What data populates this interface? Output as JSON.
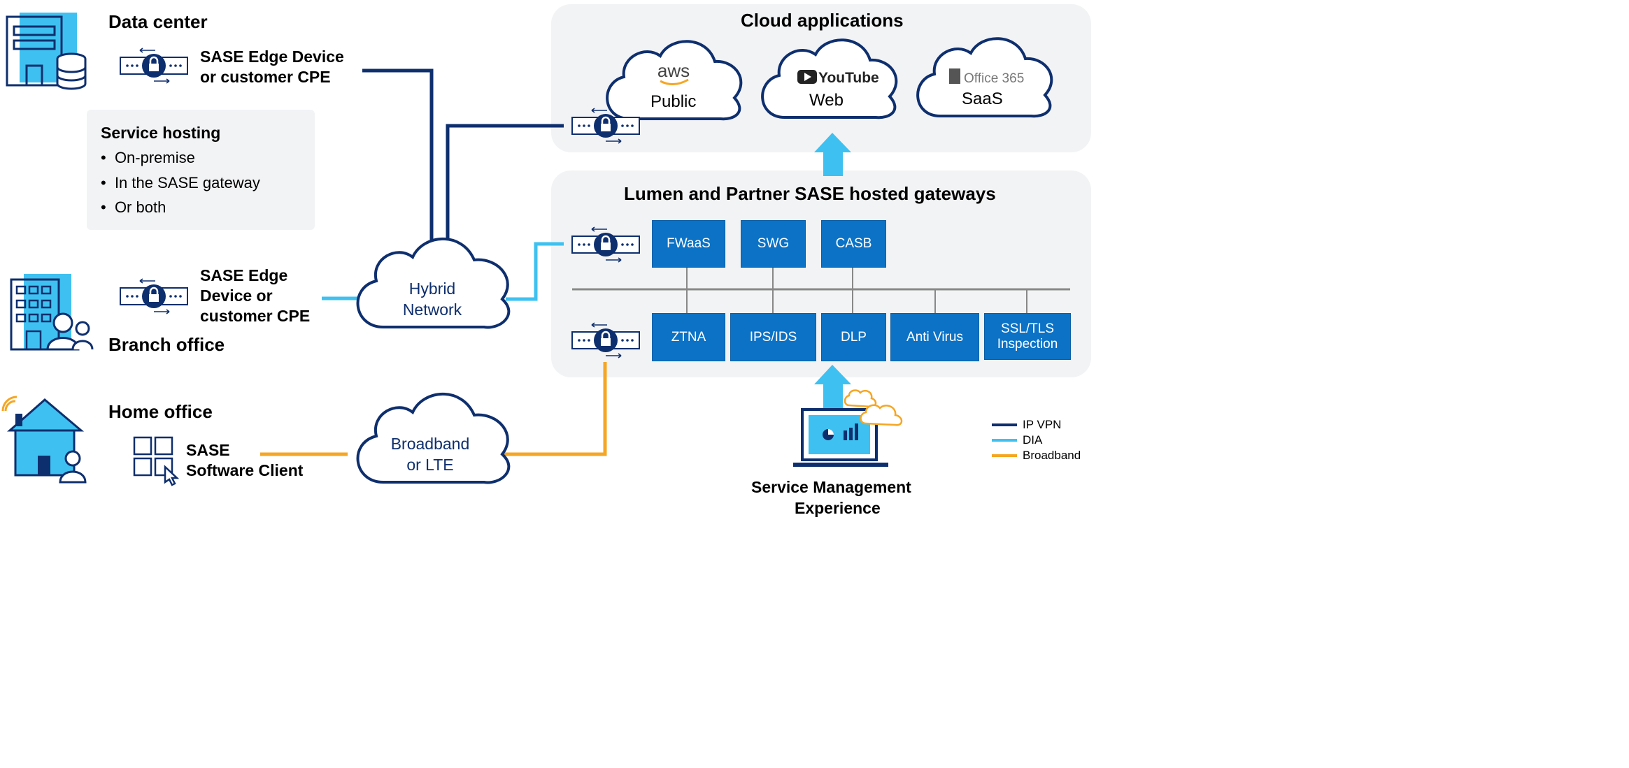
{
  "colors": {
    "ip_vpn": "#0e2f6e",
    "dia": "#3ec1f0",
    "broadband": "#f5a623",
    "service_box": "#0b72c6",
    "panel": "#f2f3f5",
    "icon_light": "#3ec1f0",
    "icon_dark": "#0e2f6e"
  },
  "sites": {
    "data_center": {
      "title": "Data center",
      "device": "SASE Edge Device",
      "device_line2": "or customer CPE"
    },
    "service_hosting": {
      "title": "Service hosting",
      "items": [
        "On-premise",
        "In the SASE gateway",
        "Or both"
      ]
    },
    "branch_office": {
      "title": "Branch office",
      "device_line1": "SASE Edge",
      "device_line2": "Device or",
      "device_line3": "customer CPE"
    },
    "home_office": {
      "title": "Home office",
      "client_line1": "SASE",
      "client_line2": "Software Client"
    }
  },
  "networks": {
    "hybrid": {
      "line1": "Hybrid",
      "line2": "Network"
    },
    "broadband": {
      "line1": "Broadband",
      "line2": "or LTE"
    }
  },
  "cloud_apps": {
    "title": "Cloud applications",
    "items": [
      {
        "logo": "aws",
        "label": "Public"
      },
      {
        "logo": "YouTube",
        "label": "Web"
      },
      {
        "logo": "Office 365",
        "label": "SaaS"
      }
    ]
  },
  "gateways": {
    "title": "Lumen and Partner SASE hosted gateways",
    "top_services": [
      "FWaaS",
      "SWG",
      "CASB"
    ],
    "bottom_services": [
      "ZTNA",
      "IPS/IDS",
      "DLP",
      "Anti Virus",
      "SSL/TLS Inspection"
    ]
  },
  "service_mgmt": {
    "line1": "Service Management",
    "line2": "Experience"
  },
  "legend": [
    {
      "label": "IP VPN",
      "color": "#0e2f6e"
    },
    {
      "label": "DIA",
      "color": "#3ec1f0"
    },
    {
      "label": "Broadband",
      "color": "#f5a623"
    }
  ]
}
